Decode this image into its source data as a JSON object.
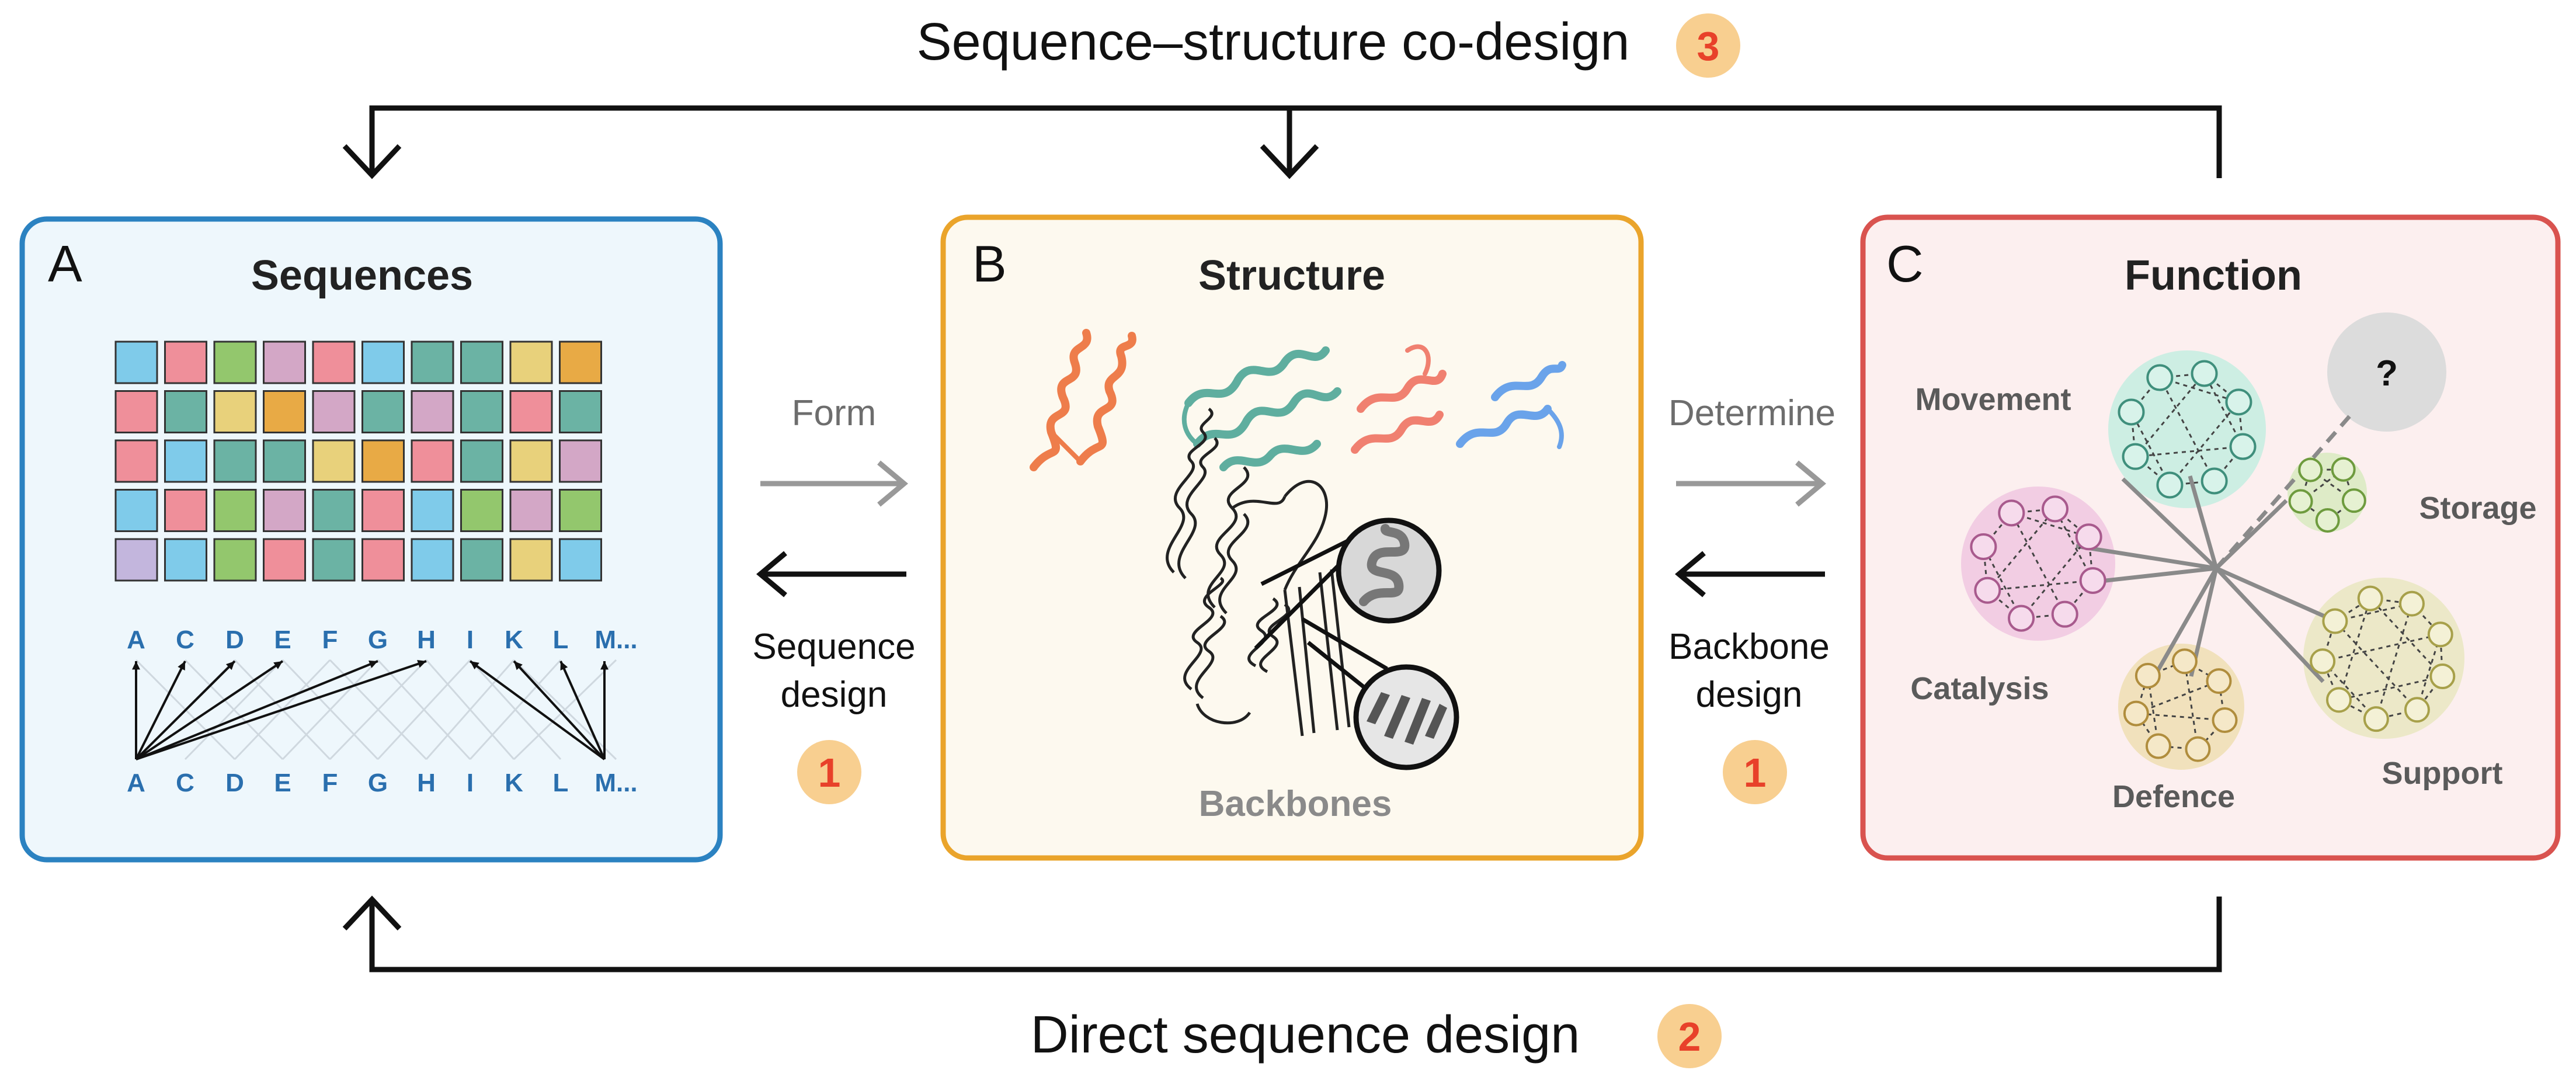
{
  "titles": {
    "top": "Sequence–structure co-design",
    "bottom": "Direct sequence design"
  },
  "badges": {
    "top": "3",
    "bottom": "2",
    "left_mid": "1",
    "right_mid": "1"
  },
  "panels": {
    "a": {
      "letter": "A",
      "title": "Sequences",
      "grid_colors": [
        [
          "#7fcbea",
          "#ef8f9a",
          "#93c76d",
          "#d3a7c6",
          "#ef8f9a",
          "#7fcbea",
          "#6bb3a4",
          "#6bb3a4",
          "#e8d17b",
          "#e8aa45"
        ],
        [
          "#ef8f9a",
          "#6bb3a4",
          "#e8d17b",
          "#e8aa45",
          "#d3a7c6",
          "#6bb3a4",
          "#d3a7c6",
          "#6bb3a4",
          "#ef8f9a",
          "#6bb3a4"
        ],
        [
          "#ef8f9a",
          "#7fcbea",
          "#6bb3a4",
          "#6bb3a4",
          "#e8d17b",
          "#e8aa45",
          "#ef8f9a",
          "#6bb3a4",
          "#e8d17b",
          "#d3a7c6"
        ],
        [
          "#7fcbea",
          "#ef8f9a",
          "#93c76d",
          "#d3a7c6",
          "#6bb3a4",
          "#ef8f9a",
          "#7fcbea",
          "#93c76d",
          "#d3a7c6",
          "#93c76d"
        ],
        [
          "#c3b6dd",
          "#7fcbea",
          "#93c76d",
          "#ef8f9a",
          "#6bb3a4",
          "#ef8f9a",
          "#7fcbea",
          "#6bb3a4",
          "#e8d17b",
          "#7fcbea"
        ]
      ],
      "residues": [
        "A",
        "C",
        "D",
        "E",
        "F",
        "G",
        "H",
        "I",
        "K",
        "L",
        "M..."
      ]
    },
    "b": {
      "letter": "B",
      "title": "Structure",
      "backbones_label": "Backbones"
    },
    "c": {
      "letter": "C",
      "title": "Function",
      "unknown": "?",
      "categories": {
        "movement": "Movement",
        "storage": "Storage",
        "catalysis": "Catalysis",
        "defence": "Defence",
        "support": "Support"
      }
    }
  },
  "arrows": {
    "form": "Form",
    "sequence_design_1": "Sequence",
    "sequence_design_2": "design",
    "determine": "Determine",
    "backbone_design_1": "Backbone",
    "backbone_design_2": "design"
  },
  "colors": {
    "panel_a_border": "#2b82c1",
    "panel_a_fill": "#eef7fc",
    "panel_b_border": "#eaa42b",
    "panel_b_fill": "#fdf9ef",
    "panel_c_border": "#d9534f",
    "panel_c_fill": "#fcefef",
    "badge_fill": "#f8cf90",
    "badge_text": "#e8412a",
    "residue_text": "#2a6fae",
    "gray_label": "#6d6d6d"
  }
}
